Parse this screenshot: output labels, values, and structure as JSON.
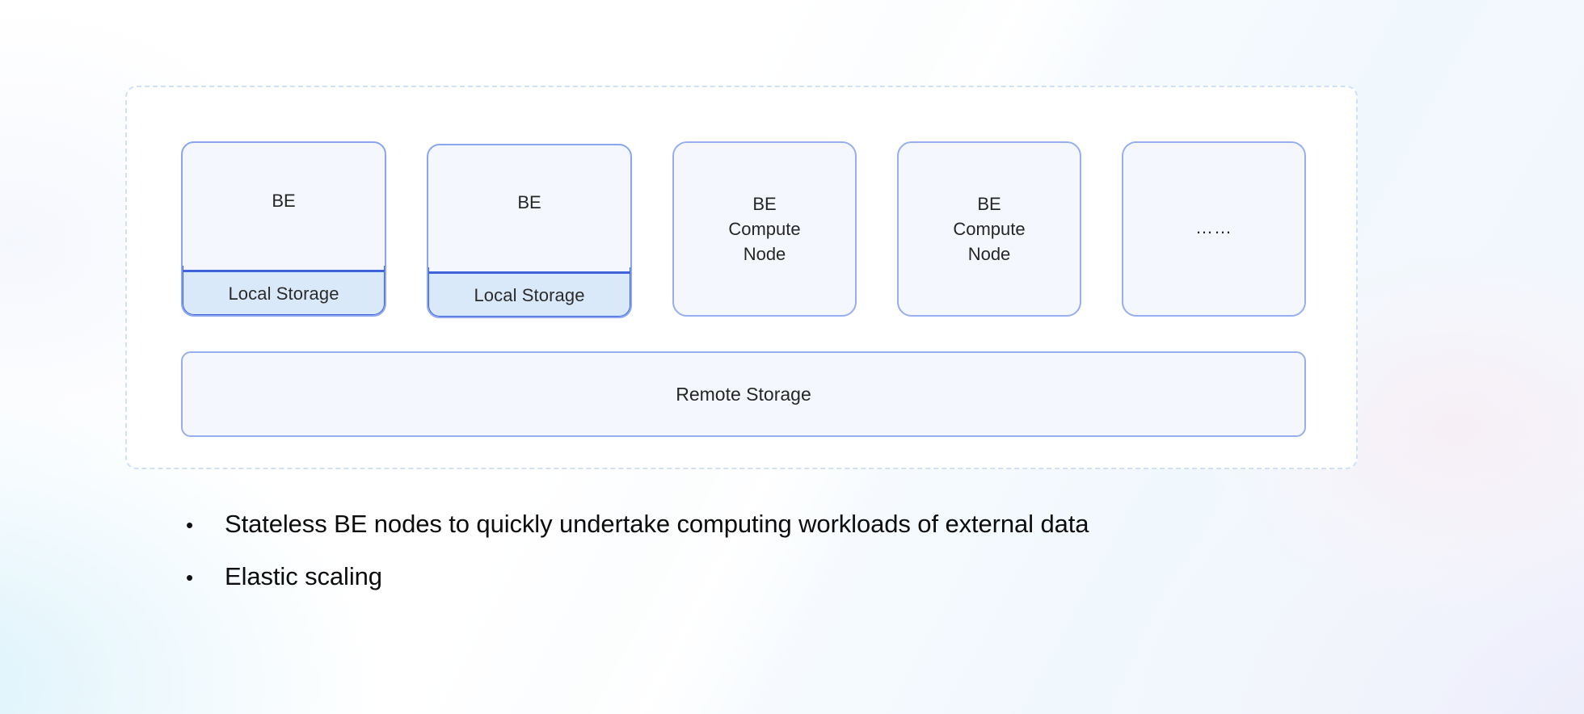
{
  "slide": {
    "background_colors": {
      "page": "#ffffff",
      "wash_bottom_left": "#d6f0fa",
      "wash_bottom_right": "#e9e9fa",
      "wash_pink": "#fae9f0"
    }
  },
  "diagram": {
    "container": {
      "name": "dashed-cluster-boundary",
      "border_color": "#cfe0f7",
      "border_style": "dashed"
    },
    "nodes": [
      {
        "type": "be-with-local-storage",
        "title": "BE",
        "storage_label": "Local Storage",
        "border_color": "#8ba6ee",
        "storage_border_color": "#3f63d8",
        "storage_fill": "#dae9fa",
        "fill": "#f4f7fd"
      },
      {
        "type": "be-with-local-storage",
        "title": "BE",
        "storage_label": "Local Storage",
        "border_color": "#8ba6ee",
        "storage_border_color": "#3f63d8",
        "storage_fill": "#dae9fa",
        "fill": "#f4f7fd"
      },
      {
        "type": "be-compute-node",
        "title": "BE\nCompute\nNode",
        "border_color": "#97aeef",
        "fill": "#f4f7fd"
      },
      {
        "type": "be-compute-node",
        "title": "BE\nCompute\nNode",
        "border_color": "#97aeef",
        "fill": "#f4f7fd"
      },
      {
        "type": "ellipsis",
        "title": "……",
        "border_color": "#97aeef",
        "fill": "#f4f7fd"
      }
    ],
    "remote_storage": {
      "label": "Remote Storage",
      "border_color": "#97aeef",
      "fill": "#f4f7fd"
    }
  },
  "bullets": {
    "marker": "•",
    "items": [
      {
        "text": "Stateless BE nodes to quickly undertake computing workloads of external data"
      },
      {
        "text": "Elastic scaling"
      }
    ]
  }
}
